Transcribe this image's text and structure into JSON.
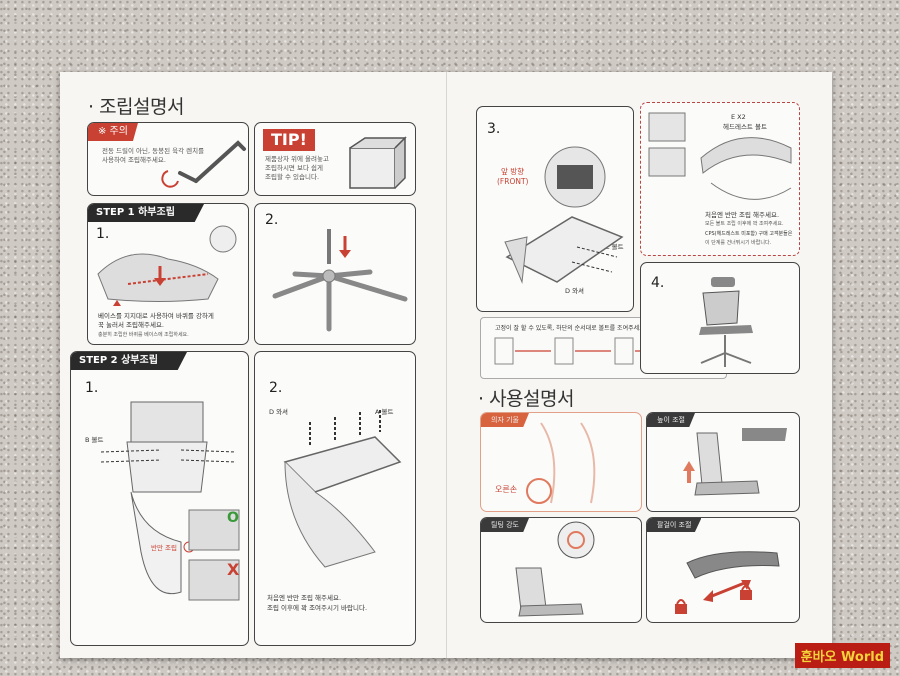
{
  "left_page": {
    "title": "· 조립설명서",
    "caution": {
      "label": "※ 주의",
      "text1": "전동 드릴이 아닌, 동봉된 육각 렌치를",
      "text2": "사용하여 조립해주세요."
    },
    "tip": {
      "label": "TIP!",
      "text1": "제품상자 위에 올려놓고",
      "text2": "조립하시면 보다 쉽게",
      "text3": "조립할 수 있습니다."
    },
    "step1": {
      "label": "STEP 1  하부조립",
      "num1": "1.",
      "num2": "2.",
      "note1": "베이스를 지지대로 사용하여 바퀴를 강하게",
      "note2": "꾹 눌러서 조립해주세요.",
      "note3": "충분히 조립한 바퀴를 베이스에 조립하세요."
    },
    "step2": {
      "label": "STEP 2  상부조립",
      "num1": "1.",
      "num2": "2.",
      "bolt_b": "B 볼트",
      "bolt_a": "A 볼트",
      "washer_d": "D 와셔",
      "half_label": "반만 조립",
      "ok": "O",
      "ng": "X",
      "note1": "처음엔 반만 조립 해주세요.",
      "note2": "조립 이후에 꽉 조여주시기 바랍니다."
    }
  },
  "right_page": {
    "num3": "3.",
    "num4": "4.",
    "front1": "앞 방향",
    "front2": "(FRONT)",
    "bolt_c": "C 볼트",
    "washer_d": "D 와셔",
    "headrest": "E X2",
    "headrest_label": "헤드레스트 볼트",
    "side_note1": "처음엔 반만 조립 해주세요.",
    "side_note2": "모든 볼트 조립 이후에 꽉 조여주세요.",
    "side_note3": "CPS(헤드레스트 미포함) 구매 고객분들은",
    "side_note4": "이 단계를 건너뛰시기 바랍니다.",
    "center_note": "고정이 잘 할 수 있도록, 하단의 순서대로 볼트를 조여주세요.",
    "usage_title": "· 사용설명서",
    "usage": {
      "tag1": "의자 기울",
      "tag2": "높이 조절",
      "tag3": "틸팅 강도",
      "tag4": "팔걸이 조절",
      "right_hand": "오른손"
    }
  },
  "watermark": "훈바오 World",
  "colors": {
    "accent_red": "#c94133",
    "dark_bar": "#2a2a2a",
    "watermark_bg": "#b91d13",
    "watermark_text": "#f3d23a"
  }
}
